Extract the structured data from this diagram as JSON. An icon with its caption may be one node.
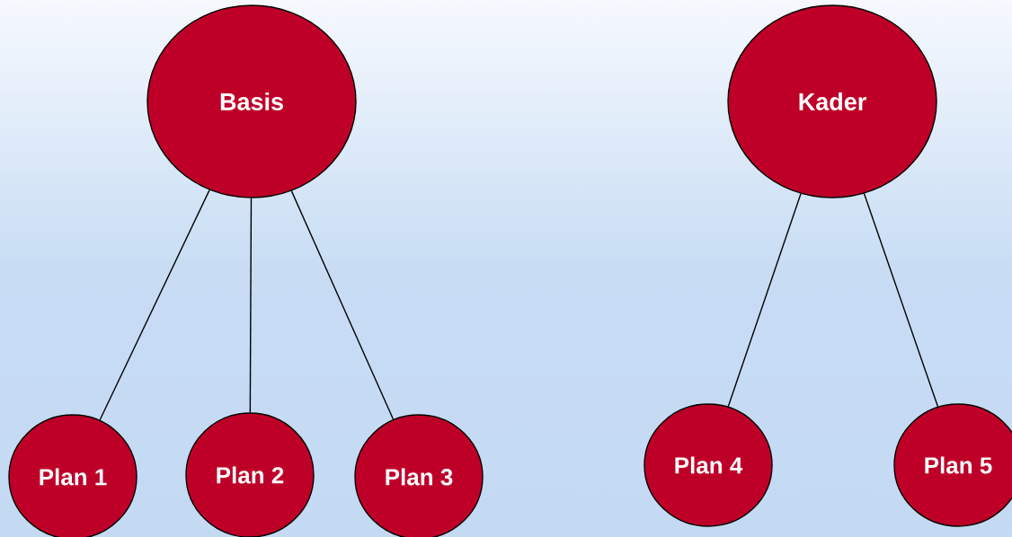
{
  "diagram": {
    "nodes": [
      {
        "text": [
          "Basis"
        ]
      },
      {
        "text": [
          "Plan 1"
        ]
      },
      {
        "text": [
          "Plan 2"
        ]
      },
      {
        "text": [
          "Plan 3"
        ]
      },
      {
        "text": [
          "Kader"
        ]
      },
      {
        "text": [
          "Plan 4"
        ]
      },
      {
        "text": [
          "Plan 5"
        ]
      }
    ],
    "edges": [
      {
        "from": 0,
        "to": 1,
        "arrow": "none"
      },
      {
        "from": 0,
        "to": 2,
        "arrow": "none"
      },
      {
        "from": 0,
        "to": 3,
        "arrow": "none"
      },
      {
        "from": 4,
        "to": 5,
        "arrow": "none"
      },
      {
        "from": 4,
        "to": 6,
        "arrow": "none"
      }
    ]
  }
}
